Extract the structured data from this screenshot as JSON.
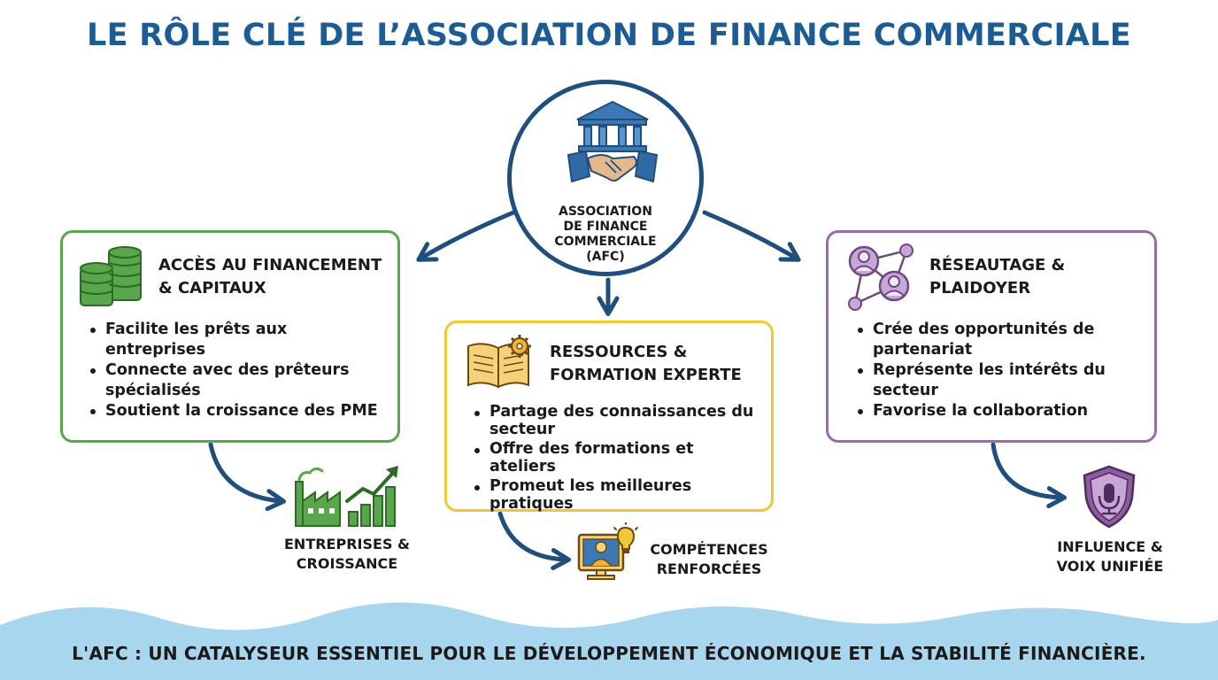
{
  "title": "LE RÔLE CLÉ DE L’ASSOCIATION DE FINANCE COMMERCIALE",
  "hub": {
    "label": "ASSOCIATION\nDE FINANCE\nCOMMERCIALE\n(AFC)",
    "icon": "bank-handshake-icon"
  },
  "cards": {
    "financing": {
      "title": "ACCÈS AU FINANCEMENT\n& CAPITAUX",
      "icon": "coin-stacks-icon",
      "items": [
        "Facilite les prêts aux entreprises",
        "Connecte avec des prêteurs spécialisés",
        "Soutient la croissance des PME"
      ]
    },
    "resources": {
      "title": "RESSOURCES &\nFORMATION EXPERTE",
      "icon": "book-gear-icon",
      "items": [
        "Partage des connaissances du secteur",
        "Offre des formations et ateliers",
        "Promeut les meilleures pratiques"
      ]
    },
    "networking": {
      "title": "RÉSEAUTAGE &\nPLAIDOYER",
      "icon": "network-people-icon",
      "items": [
        "Crée des opportunités de partenariat",
        "Représente les intérêts du secteur",
        "Favorise la collaboration"
      ]
    }
  },
  "outcomes": {
    "growth": {
      "label": "ENTREPRISES &\nCROISSANCE",
      "icon": "factory-growth-icon"
    },
    "skills": {
      "label": "COMPÉTENCES\nRENFORCÉES",
      "icon": "learner-lightbulb-icon"
    },
    "influence": {
      "label": "INFLUENCE &\nVOIX UNIFIÉE",
      "icon": "shield-microphone-icon"
    }
  },
  "footer": "L'AFC : UN CATALYSEUR ESSENTIEL POUR LE DÉVELOPPEMENT ÉCONOMIQUE ET LA STABILITÉ FINANCIÈRE.",
  "colors": {
    "title": "#1d5c92",
    "hub_border": "#1f4f7d",
    "green": "#5aa64c",
    "yellow": "#f2c736",
    "purple": "#9a6aac",
    "wave": "#a9d6ef"
  }
}
